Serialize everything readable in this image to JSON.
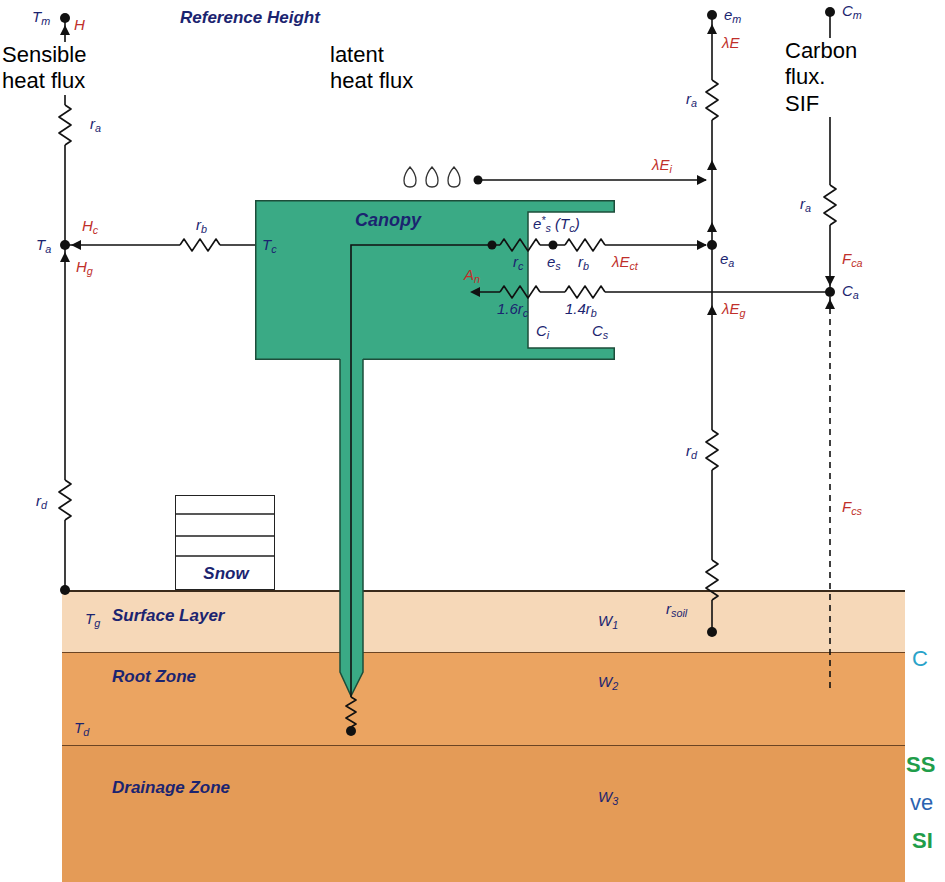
{
  "diagram": {
    "nodes": [
      {
        "text": [
          "Canopy",
          "Tc",
          "e*s (Tc)",
          "Ci"
        ]
      },
      {
        "text": [
          "Snow"
        ]
      },
      {
        "text": [
          "Tg",
          "Surface Layer",
          "W1"
        ]
      },
      {
        "text": [
          "Root Zone",
          "Td",
          "W2"
        ]
      },
      {
        "text": [
          "Drainage Zone",
          "W3"
        ]
      }
    ],
    "labels": [
      "Tm",
      "Reference Height",
      "em",
      "Cm",
      "Sensible heat flux",
      "H",
      "latent heat flux",
      "λE",
      "Carbon flux. SIF",
      "ra",
      "ra",
      "λEi",
      "ra",
      "Hc",
      "Ta",
      "rb",
      "rc",
      "es",
      "rb",
      "λEct",
      "ea",
      "An",
      "1.6rc",
      "1.4rb",
      "Cs",
      "Hg",
      "λEg",
      "Fca",
      "Ca",
      "rd",
      "rd",
      "Fcs",
      "rsoil",
      "C",
      "SS",
      "ve",
      "SI"
    ]
  }
}
